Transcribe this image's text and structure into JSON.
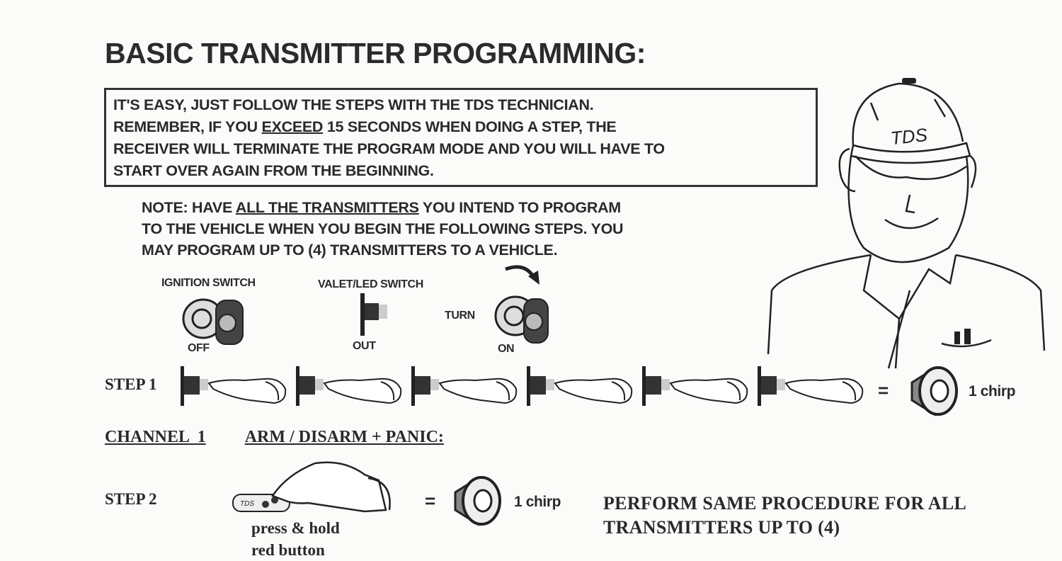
{
  "title": "BASIC TRANSMITTER PROGRAMMING:",
  "instructions_box": {
    "line1": "IT'S EASY, JUST FOLLOW THE STEPS WITH THE TDS TECHNICIAN.",
    "line2_pre": "REMEMBER, IF YOU ",
    "line2_emph": "EXCEED",
    "line2_post": " 15 SECONDS WHEN DOING A STEP, THE",
    "line3": "RECEIVER WILL TERMINATE THE PROGRAM MODE AND YOU WILL HAVE TO",
    "line4": "START OVER AGAIN FROM THE BEGINNING."
  },
  "note": {
    "line1_pre": "NOTE:  HAVE ",
    "line1_emph": "ALL THE TRANSMITTERS",
    "line1_post": " YOU INTEND TO PROGRAM",
    "line2": "TO THE VEHICLE WHEN YOU BEGIN THE FOLLOWING STEPS.  YOU",
    "line3": "MAY PROGRAM UP TO (4) TRANSMITTERS TO A VEHICLE."
  },
  "setup": {
    "ignition_label": "IGNITION SWITCH",
    "ignition_state": "OFF",
    "valet_label": "VALET/LED SWITCH",
    "valet_state": "OUT",
    "turn_label": "TURN",
    "turn_state": "ON"
  },
  "step1": {
    "label": "STEP 1",
    "presses": 6,
    "equals": "=",
    "result": "1 chirp"
  },
  "channel": {
    "name": "CHANNEL  1",
    "function": "ARM / DISARM + PANIC:"
  },
  "step2": {
    "label": "STEP 2",
    "fob_text": "TDS",
    "caption1": "press & hold",
    "caption2": "red button",
    "equals": "=",
    "result": "1 chirp",
    "repeat1": "PERFORM SAME PROCEDURE FOR ALL",
    "repeat2": "TRANSMITTERS UP TO (4)"
  },
  "technician": {
    "cap_text": "TDS"
  }
}
